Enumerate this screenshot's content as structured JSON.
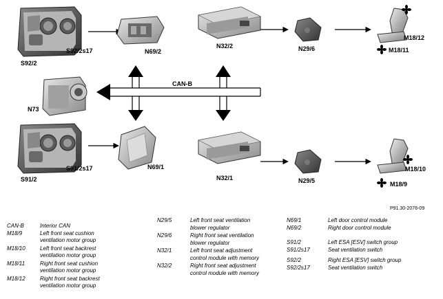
{
  "diagram": {
    "bus_label": "CAN-B",
    "components": {
      "s92_2": "S92/2",
      "s92_2s17": "S92/2s17",
      "n69_2": "N69/2",
      "n32_2": "N32/2",
      "n29_6": "N29/6",
      "m18_12": "M18/12",
      "m18_11": "M18/11",
      "n73": "N73",
      "s91_2": "S91/2",
      "s91_2s17": "S91/2s17",
      "n69_1": "N69/1",
      "n32_1": "N32/1",
      "n29_5": "N29/5",
      "m18_10": "M18/10",
      "m18_9": "M18/9"
    }
  },
  "reference": "P91.30-2076-09",
  "legend": {
    "col1": [
      {
        "code": "CAN-B",
        "desc": [
          "Interior CAN"
        ]
      },
      {
        "code": "M18/9",
        "desc": [
          "Left front seat cushion",
          "ventilation motor group"
        ]
      },
      {
        "code": "M18/10",
        "desc": [
          "Left front seat backrest",
          "ventilation motor group"
        ]
      },
      {
        "code": "M18/11",
        "desc": [
          "Right front seat cushion",
          "ventilation motor group"
        ]
      },
      {
        "code": "M18/12",
        "desc": [
          "Right front seat backrest",
          "ventilation motor group"
        ]
      }
    ],
    "col2": [
      {
        "code": "N29/5",
        "desc": [
          "Left front seat ventilation",
          "blower regulator"
        ]
      },
      {
        "code": "N29/6",
        "desc": [
          "Right front seat ventilation",
          "blower regulator"
        ]
      },
      {
        "code": "N32/1",
        "desc": [
          "Left front seat adjustment",
          "control module with memory"
        ]
      },
      {
        "code": "N32/2",
        "desc": [
          "Right front seat adjustment",
          "control module with memory"
        ]
      }
    ],
    "col3": [
      {
        "code": "N69/1",
        "desc": [
          "Left door control module"
        ]
      },
      {
        "code": "N69/2",
        "desc": [
          "Right door control module"
        ]
      },
      {
        "code": "S91/2",
        "desc": [
          "Left ESA [ESV] switch group"
        ]
      },
      {
        "code": "S91/2s17",
        "desc": [
          "Seat ventilation switch"
        ]
      },
      {
        "code": "S92/2",
        "desc": [
          "Right ESA [ESV] switch group"
        ]
      },
      {
        "code": "S92/2s17",
        "desc": [
          "Seat ventilation switch"
        ]
      }
    ]
  }
}
